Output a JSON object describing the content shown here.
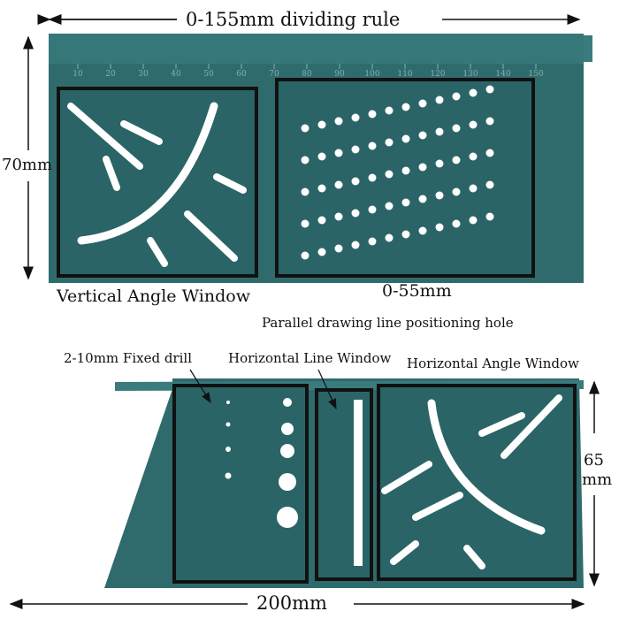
{
  "labels": {
    "dividing_rule": "0-155mm dividing rule",
    "height_top": "70mm",
    "vertical_angle_window": "Vertical Angle Window",
    "range_55": "0-55mm",
    "parallel_hole": "Parallel drawing line positioning hole",
    "fixed_drill": "2-10mm  Fixed drill",
    "horizontal_line_window": "Horizontal Line Window",
    "horizontal_angle_window": "Horizontal Angle Window",
    "height_bottom_value": "65",
    "height_bottom_unit": "mm",
    "width_bottom": "200mm"
  },
  "top_ruler_ticks": [
    "10",
    "20",
    "30",
    "40",
    "50",
    "60",
    "70",
    "80",
    "90",
    "100",
    "110",
    "120",
    "130",
    "140",
    "150"
  ],
  "colors": {
    "tool": "#2f6b6d",
    "tool_dark": "#245a5c",
    "frame": "#111111",
    "hole": "#ffffff"
  }
}
